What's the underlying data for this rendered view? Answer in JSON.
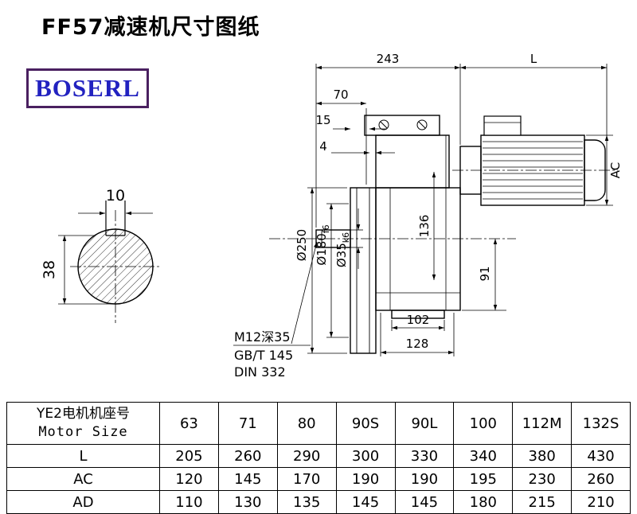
{
  "page": {
    "title": "FF57减速机尺寸图纸"
  },
  "logo": {
    "text": "BOSERL",
    "text_color": "#2222c0",
    "border_color": "#4a2060"
  },
  "drawing": {
    "dim_243": "243",
    "dim_L": "L",
    "dim_70": "70",
    "dim_15": "15",
    "dim_4": "4",
    "dim_AC": "AC",
    "dim_10": "10",
    "dim_38": "38",
    "dim_d250": "Ø250",
    "dim_d180": "Ø180",
    "dim_d180_tol": "f6",
    "dim_d35": "Ø35",
    "dim_d35_tol": "k6",
    "dim_136": "136",
    "dim_91": "91",
    "dim_102": "102",
    "dim_128": "128",
    "note_tap": "M12深35",
    "note_gb": "GB/T 145",
    "note_din": "DIN 332"
  },
  "table": {
    "header_line1": "YE2电机机座号",
    "header_line2": "Motor Size",
    "columns": [
      "63",
      "71",
      "80",
      "90S",
      "90L",
      "100",
      "112M",
      "132S"
    ],
    "rows": [
      {
        "label": "L",
        "values": [
          "205",
          "260",
          "290",
          "300",
          "330",
          "340",
          "380",
          "430"
        ]
      },
      {
        "label": "AC",
        "values": [
          "120",
          "145",
          "170",
          "190",
          "190",
          "195",
          "230",
          "260"
        ]
      },
      {
        "label": "AD",
        "values": [
          "110",
          "130",
          "135",
          "145",
          "145",
          "180",
          "215",
          "210"
        ]
      }
    ]
  }
}
